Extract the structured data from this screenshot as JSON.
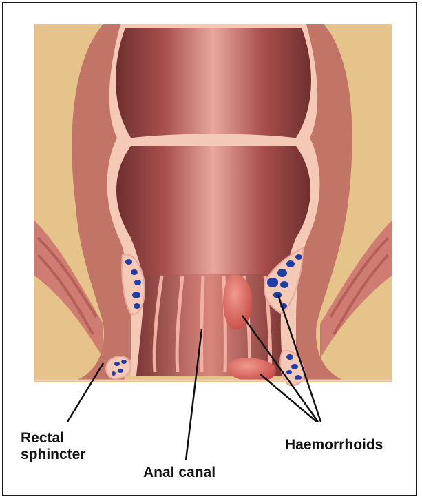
{
  "labels": {
    "rectal_line1": "Rectal",
    "rectal_line2": "sphincter",
    "anal_canal": "Anal canal",
    "haemorrhoids": "Haemorrhoids"
  },
  "colors": {
    "background_tan": "#e6c38a",
    "muscle_outer": "#cf7d72",
    "muscle_stripe": "#b55f58",
    "rectum_wall": "#c27566",
    "lumen_dark": "#7a3433",
    "lumen_mid": "#b15a58",
    "lumen_light": "#e39e94",
    "mucosa_pink": "#f4c9b6",
    "vein_blue": "#1f3ea8",
    "haemorrhoid_red": "#d75f57",
    "leader_line": "#111111"
  }
}
